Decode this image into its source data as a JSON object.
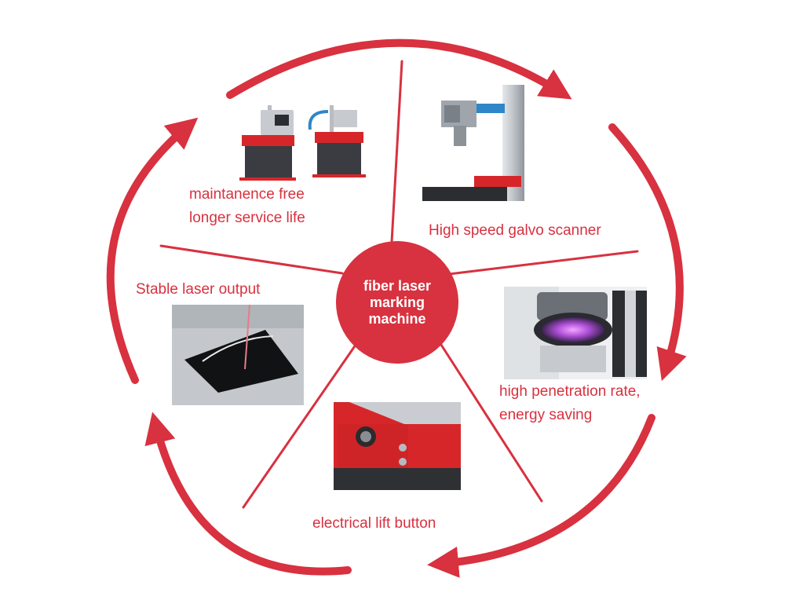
{
  "colors": {
    "accent": "#d8313f",
    "machine_red": "#d6262a",
    "machine_dark": "#3a3c41",
    "steel": "#c9cdd2",
    "blue_accent": "#2f86c8"
  },
  "center": {
    "title": "fiber laser\nmarking\nmachine"
  },
  "features": [
    {
      "id": "maintenance",
      "lines": [
        "maintanence free",
        "longer service life"
      ],
      "image_icon": "machines-photo"
    },
    {
      "id": "galvo",
      "lines": [
        "High speed galvo scanner"
      ],
      "image_icon": "galvo-scanner-photo"
    },
    {
      "id": "penetration",
      "lines": [
        "high penetration rate,",
        "energy saving"
      ],
      "image_icon": "lens-photo"
    },
    {
      "id": "lift",
      "lines": [
        "electrical lift button"
      ],
      "image_icon": "lift-button-photo"
    },
    {
      "id": "stable",
      "lines": [
        "Stable laser output"
      ],
      "image_icon": "marked-card-photo"
    }
  ]
}
